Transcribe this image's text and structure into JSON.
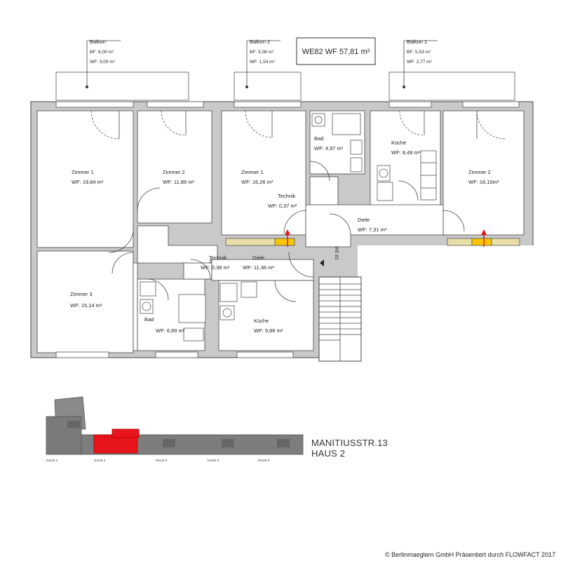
{
  "apartment": {
    "label": "WE82 WF 57,81 m²"
  },
  "balconies": [
    {
      "name": "Balkon",
      "bf": "BF: 6,00 m²",
      "wf": "WF: 3,00 m²"
    },
    {
      "name": "Balkon 2",
      "bf": "BF: 3,08 m²",
      "wf": "WF: 1,54 m²"
    },
    {
      "name": "Balkon 1",
      "bf": "BF: 5,53 m²",
      "wf": "WF: 2,77 m²"
    }
  ],
  "rooms": [
    {
      "name": "Zimmer 1",
      "wf": "WF: 19,84 m²"
    },
    {
      "name": "Zimmer 2",
      "wf": "WF: 11,89 m²"
    },
    {
      "name": "Zimmer 1",
      "wf": "WF: 16,26 m²"
    },
    {
      "name": "Bad",
      "wf": "WF: 4,97 m²"
    },
    {
      "name": "Küche",
      "wf": "WF: 8,49 m²"
    },
    {
      "name": "Zimmer 2",
      "wf": "WF: 16,10m²"
    },
    {
      "name": "Technik",
      "wf": "WF: 0,37 m²"
    },
    {
      "name": "Diele",
      "wf": "WF: 7,31 m²"
    },
    {
      "name": "Zimmer 3",
      "wf": "WF: 15,14 m²"
    },
    {
      "name": "Technik",
      "wf": "WF: 0,38 m²"
    },
    {
      "name": "Diele",
      "wf": "WF: 11,36 m²"
    },
    {
      "name": "Bad",
      "wf": "WF: 6,89 m²"
    },
    {
      "name": "Küche",
      "wf": "WF: 9,86 m²"
    }
  ],
  "entrance_label": "WE 82",
  "site": {
    "street": "MANITIUSSTR.13",
    "house": "HAUS 2",
    "house_labels": [
      "HAUS 1",
      "HAUS 2",
      "HAUS 3",
      "HAUS 4",
      "HAUS 5"
    ],
    "highlight_color": "#e8141b"
  },
  "colors": {
    "entrance_marker": "#e8141b",
    "window_highlight": "#f7c600"
  },
  "copyright": "© Berlinmaeglern GmbH Präsentiert durch FLOWFACT 2017"
}
